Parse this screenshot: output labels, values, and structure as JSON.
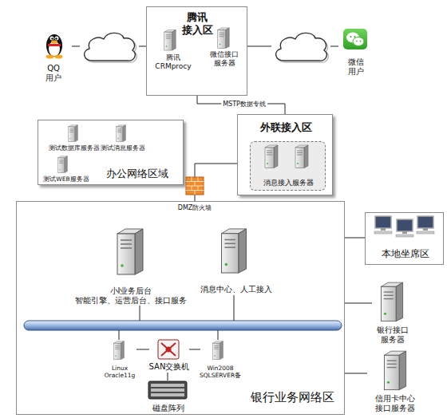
{
  "diagram": {
    "nodes": [
      {
        "text": [
          "QQ 用户"
        ]
      },
      {
        "text": [
          "互联网"
        ]
      },
      {
        "text": [
          "腾讯 接入区"
        ]
      },
      {
        "text": [
          "腾讯 CRMprocy"
        ],
        "in": 2
      },
      {
        "text": [
          "微信接口 服务器"
        ],
        "in": 2
      },
      {
        "text": [
          "互联网"
        ]
      },
      {
        "text": [
          "微信 用户"
        ]
      },
      {
        "text": [
          "办公网络区域"
        ]
      },
      {
        "text": [
          "测试数据库服务器"
        ],
        "in": 7
      },
      {
        "text": [
          "测试消息服务器"
        ],
        "in": 7
      },
      {
        "text": [
          "测试WEB服务器"
        ],
        "in": 7
      },
      {
        "text": [
          "外联接入区"
        ]
      },
      {
        "text": [
          "消息接入服务器"
        ],
        "in": 11
      },
      {
        "text": [
          "DMZ防火墙"
        ]
      },
      {
        "text": [
          "银行业务网络区"
        ]
      },
      {
        "text": [
          "小I业务后台 智能引擎、运营后台、接口服务"
        ],
        "in": 14
      },
      {
        "text": [
          "消息中心、人工接入"
        ],
        "in": 14
      },
      {
        "text": [
          "Linux Oracle11g"
        ],
        "in": 14
      },
      {
        "text": [
          "SAN交换机"
        ],
        "in": 14
      },
      {
        "text": [
          "Win2008 SQLSERVER备"
        ],
        "in": 14
      },
      {
        "text": [
          "磁盘阵列"
        ],
        "in": 14
      },
      {
        "text": [
          "本地坐席区"
        ]
      },
      {
        "text": [
          "银行接口 服务器"
        ]
      },
      {
        "text": [
          "信用卡中心 接口服务器"
        ]
      }
    ],
    "edges": [
      {
        "from": 0,
        "to": 1,
        "arrow": "none"
      },
      {
        "from": 1,
        "to": 2,
        "arrow": "none"
      },
      {
        "from": 2,
        "to": 5,
        "arrow": "none"
      },
      {
        "from": 5,
        "to": 6,
        "arrow": "none"
      },
      {
        "from": 2,
        "to": 11,
        "label": "MSTP数据专线",
        "arrow": "none"
      },
      {
        "from": 11,
        "to": 13,
        "arrow": "none"
      },
      {
        "from": 13,
        "to": 14,
        "arrow": "none"
      },
      {
        "from": 17,
        "to": 18,
        "arrow": "none"
      },
      {
        "from": 18,
        "to": 19,
        "arrow": "none"
      },
      {
        "from": 18,
        "to": 20,
        "arrow": "none"
      },
      {
        "from": 14,
        "to": 21,
        "arrow": "none"
      },
      {
        "from": 14,
        "to": 22,
        "arrow": "none"
      },
      {
        "from": 14,
        "to": 23,
        "arrow": "none"
      }
    ]
  }
}
